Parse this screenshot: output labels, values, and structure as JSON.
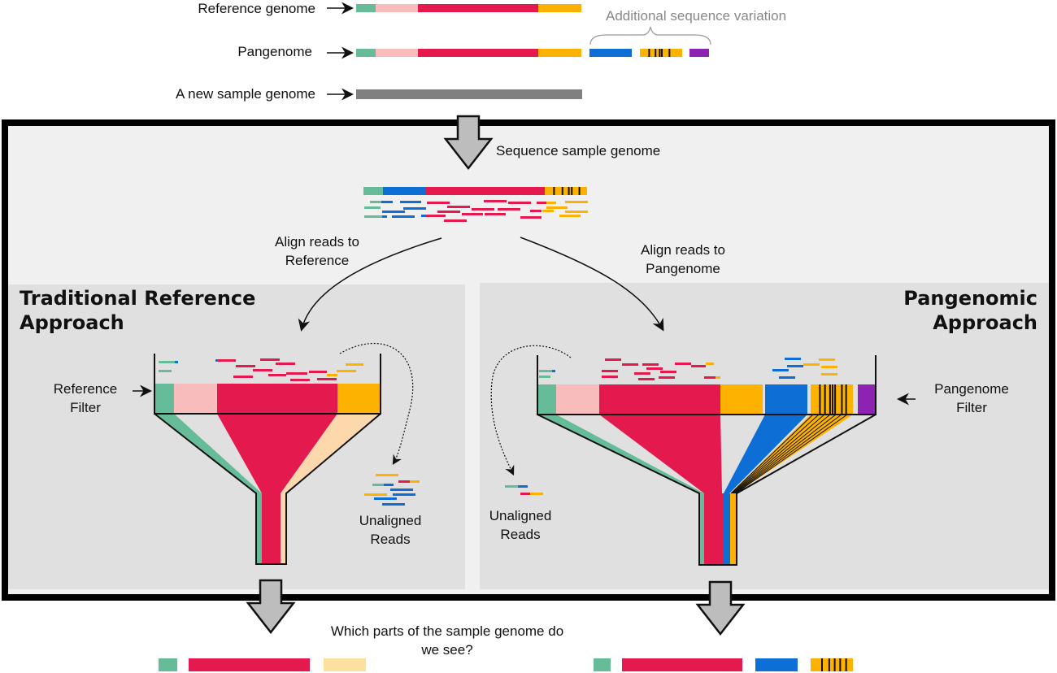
{
  "colors": {
    "green": "#66bb99",
    "pink": "#f9bcbc",
    "red": "#e4194d",
    "orange": "#fdb100",
    "blue": "#0d6ed6",
    "purple": "#8e23b3",
    "gray": "#808080",
    "light_orange": "#fdd8ad",
    "light_yellow": "#fde0a0"
  },
  "top_legend": {
    "reference_label": "Reference genome",
    "pangenome_label": "Pangenome",
    "sample_label": "A new sample genome",
    "additional_label": "Additional sequence variation",
    "reference_segments": [
      "green",
      "pink",
      "red",
      "red",
      "red",
      "orange"
    ],
    "pangenome_segments": [
      "green",
      "pink",
      "red",
      "red",
      "red",
      "orange"
    ],
    "extra_segments": [
      "blue",
      "orange-variant",
      "purple"
    ]
  },
  "sequence_step": {
    "label": "Sequence sample genome",
    "sample_segments": [
      "green",
      "blue",
      "red",
      "orange-variant"
    ]
  },
  "align_left": {
    "line1": "Align reads to",
    "line2": "Reference"
  },
  "align_right": {
    "line1": "Align reads to",
    "line2": "Pangenome"
  },
  "left_panel": {
    "title_line1": "Traditional Reference",
    "title_line2": "Approach",
    "filter_line1": "Reference",
    "filter_line2": "Filter",
    "unaligned_line1": "Unaligned",
    "unaligned_line2": "Reads"
  },
  "right_panel": {
    "title_line1": "Pangenomic",
    "title_line2": "Approach",
    "filter_line1": "Pangenome",
    "filter_line2": "Filter",
    "unaligned_line1": "Unaligned",
    "unaligned_line2": "Reads"
  },
  "question": {
    "line1": "Which parts of the sample genome do",
    "line2": "we see?"
  },
  "result_left_segments": [
    "green",
    "red",
    "light_yellow"
  ],
  "result_right_segments": [
    "green",
    "red",
    "blue",
    "orange-variant"
  ]
}
